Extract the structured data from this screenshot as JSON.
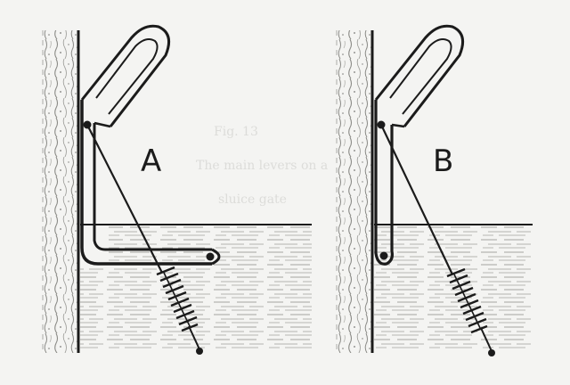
{
  "figure": {
    "panels": [
      {
        "id": "A",
        "label": "A"
      },
      {
        "id": "B",
        "label": "B"
      }
    ]
  },
  "colors": {
    "ink": "#1b1b1b",
    "paper": "#f4f4f2",
    "wood_grain": "#8a8a86",
    "water_line": "#9a9a96"
  }
}
